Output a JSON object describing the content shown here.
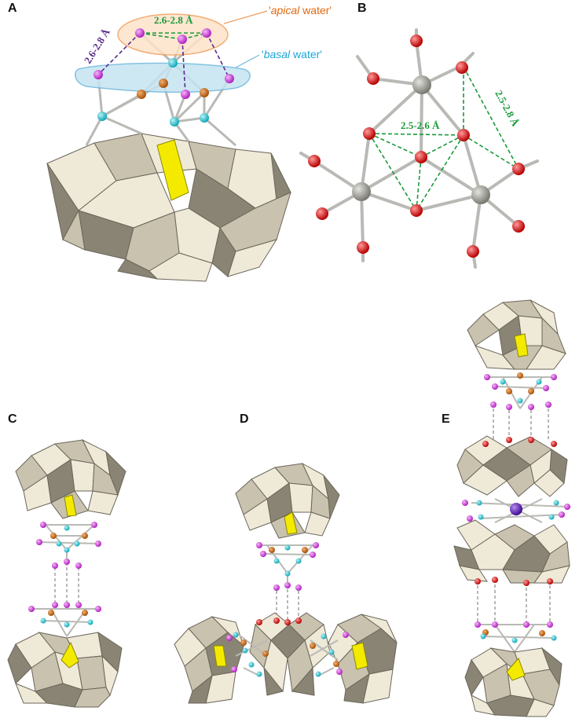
{
  "panels": {
    "a": {
      "letter": "A"
    },
    "b": {
      "letter": "B"
    },
    "c": {
      "letter": "C"
    },
    "d": {
      "letter": "D"
    },
    "e": {
      "letter": "E"
    }
  },
  "annotations": {
    "apical_quote_open": "'",
    "apical_word": "apical",
    "apical_suffix": " water'",
    "basal_quote_open": "'",
    "basal_word": "basal",
    "basal_suffix": " water'",
    "a_apical_distance": "2.6-2.8 Å",
    "a_side_distance": "2.6-2.8 Å",
    "b_center_distance": "2.5-2.6 Å",
    "b_side_distance": "2.5-2.8 Å"
  },
  "colors": {
    "polyhedron_light": "#efe9d8",
    "polyhedron_mid": "#c9c2ae",
    "polyhedron_dark": "#8a8474",
    "yellow_tetrahedron": "#f4ea00",
    "apical_water_magenta": "#c23ad0",
    "metal_cyan": "#22c4d4",
    "oxygen_orange": "#c56a14",
    "oxygen_red": "#d01010",
    "metal_grey": "#8d8d86",
    "cation_purple": "#5a1fb0",
    "apical_label_color": "#e06a10",
    "basal_label_color": "#1aa7d8",
    "green_distance": "#1a9a3a",
    "purple_distance": "#5b2a8a",
    "apical_ellipse_fill": "#fde3c8",
    "basal_ellipse_fill": "#c5e4f2"
  }
}
